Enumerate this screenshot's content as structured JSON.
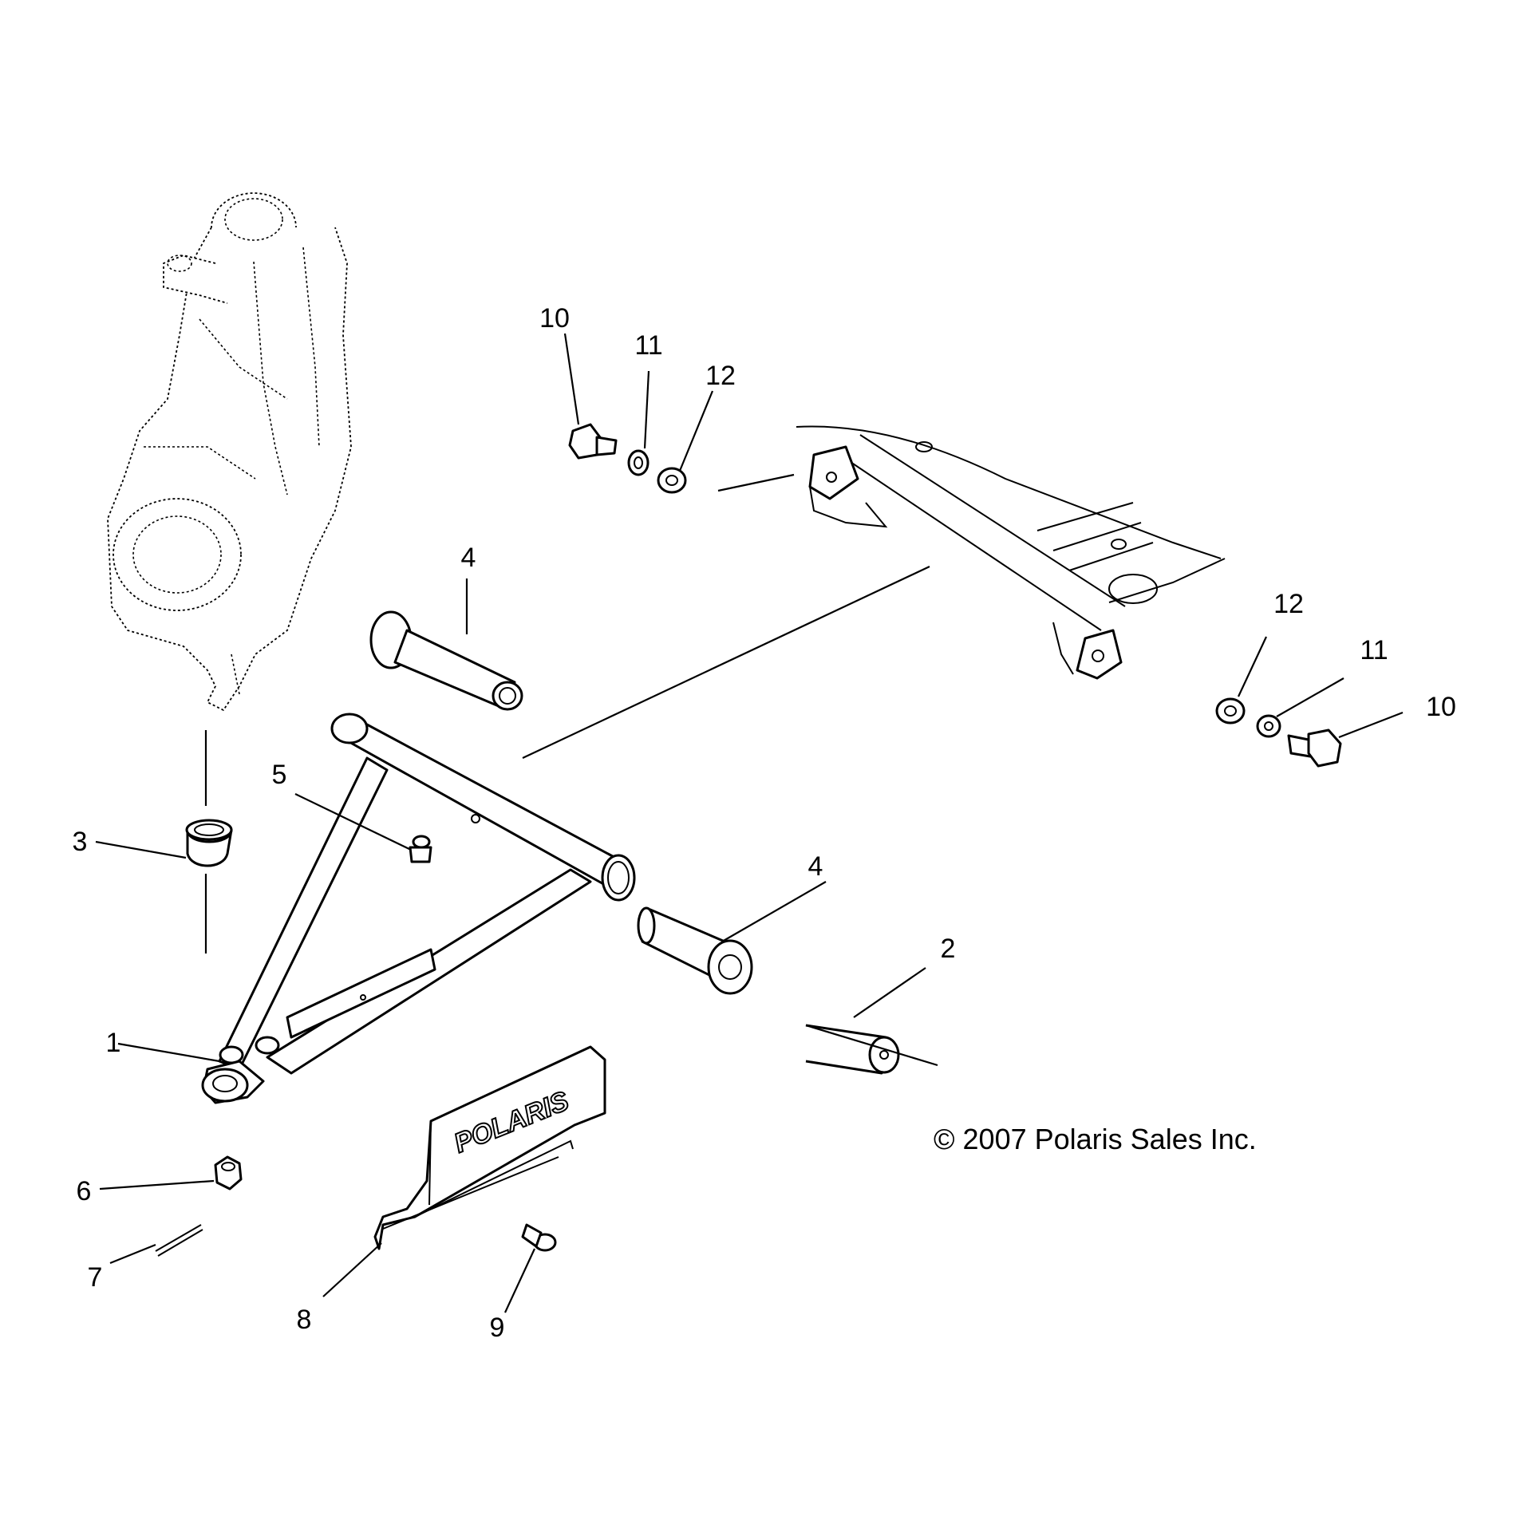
{
  "callouts": {
    "c1": "1",
    "c2": "2",
    "c3": "3",
    "c4a": "4",
    "c4b": "4",
    "c5": "5",
    "c6": "6",
    "c7": "7",
    "c8": "8",
    "c9": "9",
    "c10a": "10",
    "c11a": "11",
    "c12a": "12",
    "c10b": "10",
    "c11b": "11",
    "c12b": "12"
  },
  "copyright": "© 2007 Polaris Sales Inc.",
  "guard_logo": "POLARIS"
}
